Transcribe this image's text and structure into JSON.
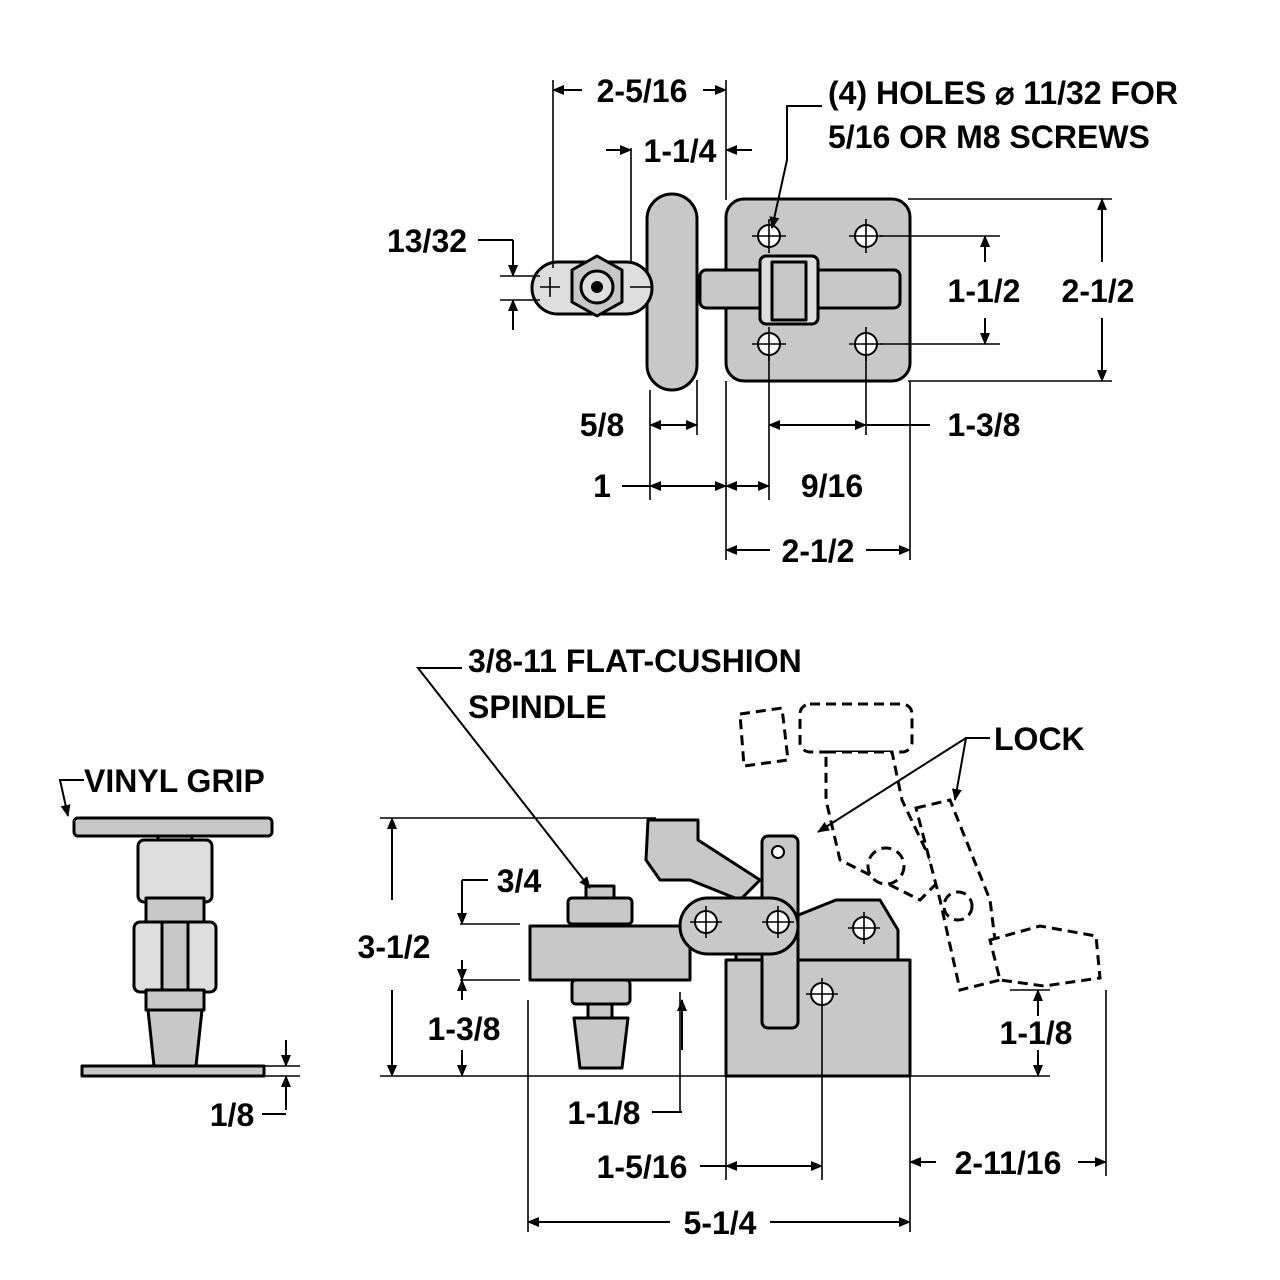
{
  "top_view": {
    "dims": {
      "d_2_5_16": "2-5/16",
      "d_1_1_4": "1-1/4",
      "d_13_32": "13/32",
      "d_1_1_2": "1-1/2",
      "d_2_1_2_v": "2-1/2",
      "d_5_8": "5/8",
      "d_1_3_8": "1-3/8",
      "d_1": "1",
      "d_9_16": "9/16",
      "d_2_1_2_h": "2-1/2"
    },
    "holes_note_line1": "(4) HOLES ⌀ 11/32 FOR",
    "holes_note_line2": "5/16 OR M8 SCREWS"
  },
  "end_view": {
    "grip_label": "VINYL GRIP",
    "dims": {
      "d_1_8": "1/8"
    }
  },
  "side_view": {
    "spindle_line1": "3/8-11 FLAT-CUSHION",
    "spindle_line2": "SPINDLE",
    "lock_label": "LOCK",
    "dims": {
      "d_3_4": "3/4",
      "d_3_1_2": "3-1/2",
      "d_1_3_8": "1-3/8",
      "d_1_1_8_left": "1-1/8",
      "d_1_5_16": "1-5/16",
      "d_5_1_4": "5-1/4",
      "d_1_1_8_right": "1-1/8",
      "d_2_11_16": "2-11/16"
    }
  },
  "colors": {
    "part_fill": "#c8c8c8",
    "line": "#000000",
    "background": "#ffffff"
  }
}
